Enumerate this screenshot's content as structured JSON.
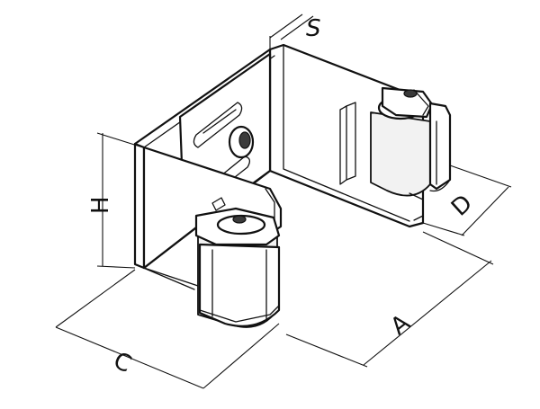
{
  "dimension_labels": {
    "s": "S",
    "h": "H",
    "d": "D",
    "a": "A",
    "c": "C"
  }
}
